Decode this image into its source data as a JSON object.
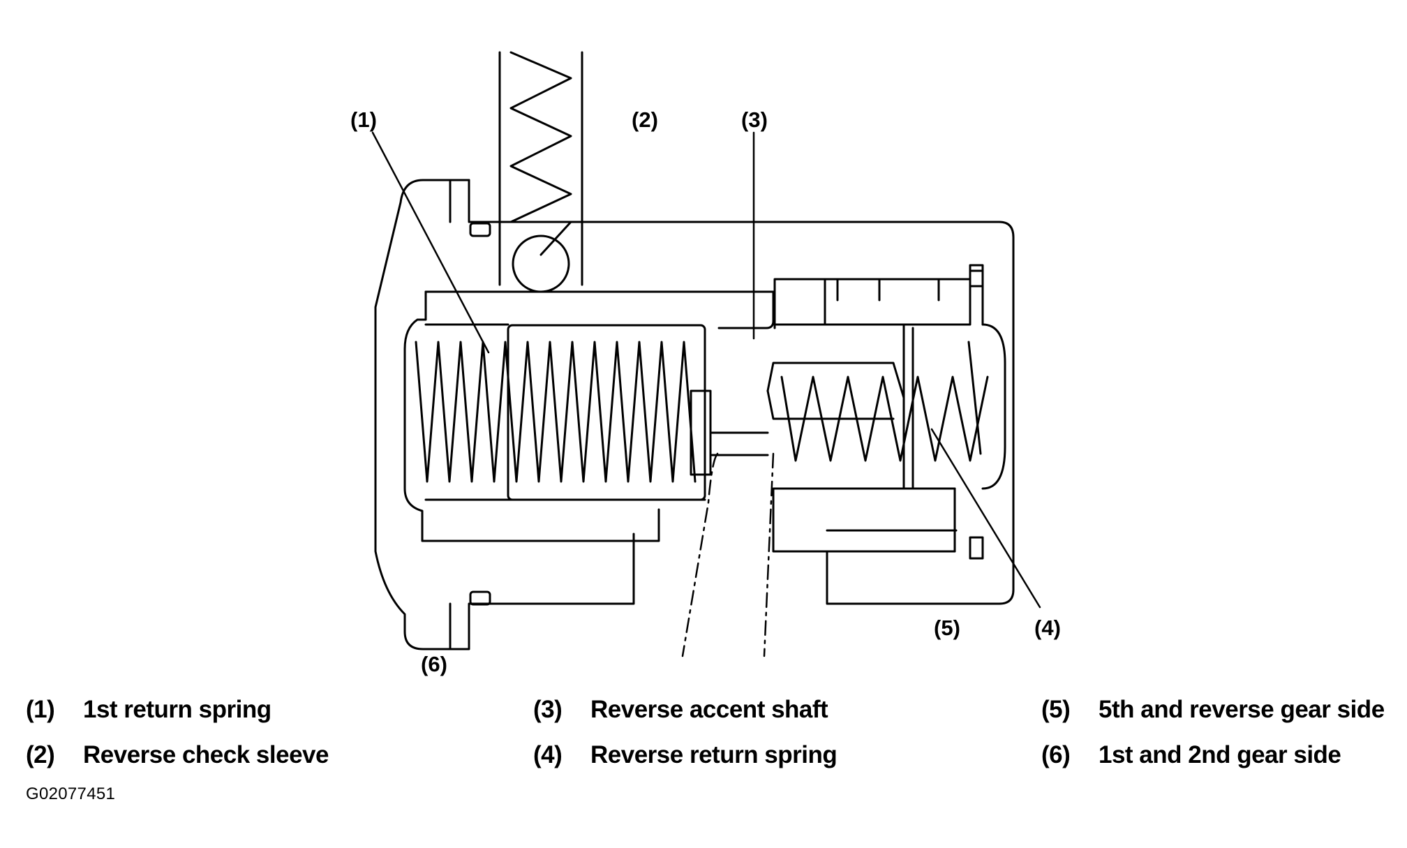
{
  "callouts": [
    "(1)",
    "(2)",
    "(3)",
    "(4)",
    "(5)",
    "(6)"
  ],
  "legend": [
    {
      "num": "(1)",
      "text": "1st return spring"
    },
    {
      "num": "(2)",
      "text": "Reverse check sleeve"
    },
    {
      "num": "(3)",
      "text": "Reverse accent shaft"
    },
    {
      "num": "(4)",
      "text": "Reverse return spring"
    },
    {
      "num": "(5)",
      "text": "5th and reverse gear side"
    },
    {
      "num": "(6)",
      "text": "1st and 2nd gear side"
    }
  ],
  "figure_id": "G02077451",
  "colors": {
    "line": "#000000",
    "background": "#ffffff"
  }
}
